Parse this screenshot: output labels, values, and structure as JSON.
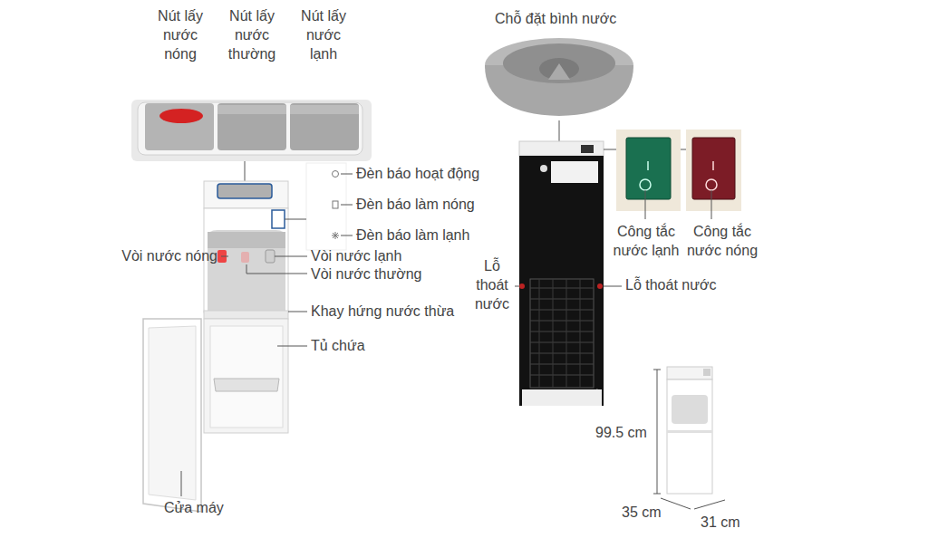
{
  "diagram": {
    "labels": [
      "Nút lấy nước nóng",
      "Nút lấy nước thường",
      "Nút lấy nước lạnh",
      "Chỗ đặt bình nước",
      "Đèn báo hoạt động",
      "Đèn báo làm nóng",
      "Đèn báo làm lạnh",
      "Công tắc nước lạnh",
      "Công tắc nước nóng",
      "Vòi nước nóng",
      "Vòi nước lạnh",
      "Vòi nước thường",
      "Lỗ thoát nước",
      "Lỗ thoát nước",
      "Khay hứng nước thừa",
      "Tủ chứa",
      "Cửa máy",
      "99.5 cm",
      "35 cm",
      "31 cm"
    ]
  }
}
